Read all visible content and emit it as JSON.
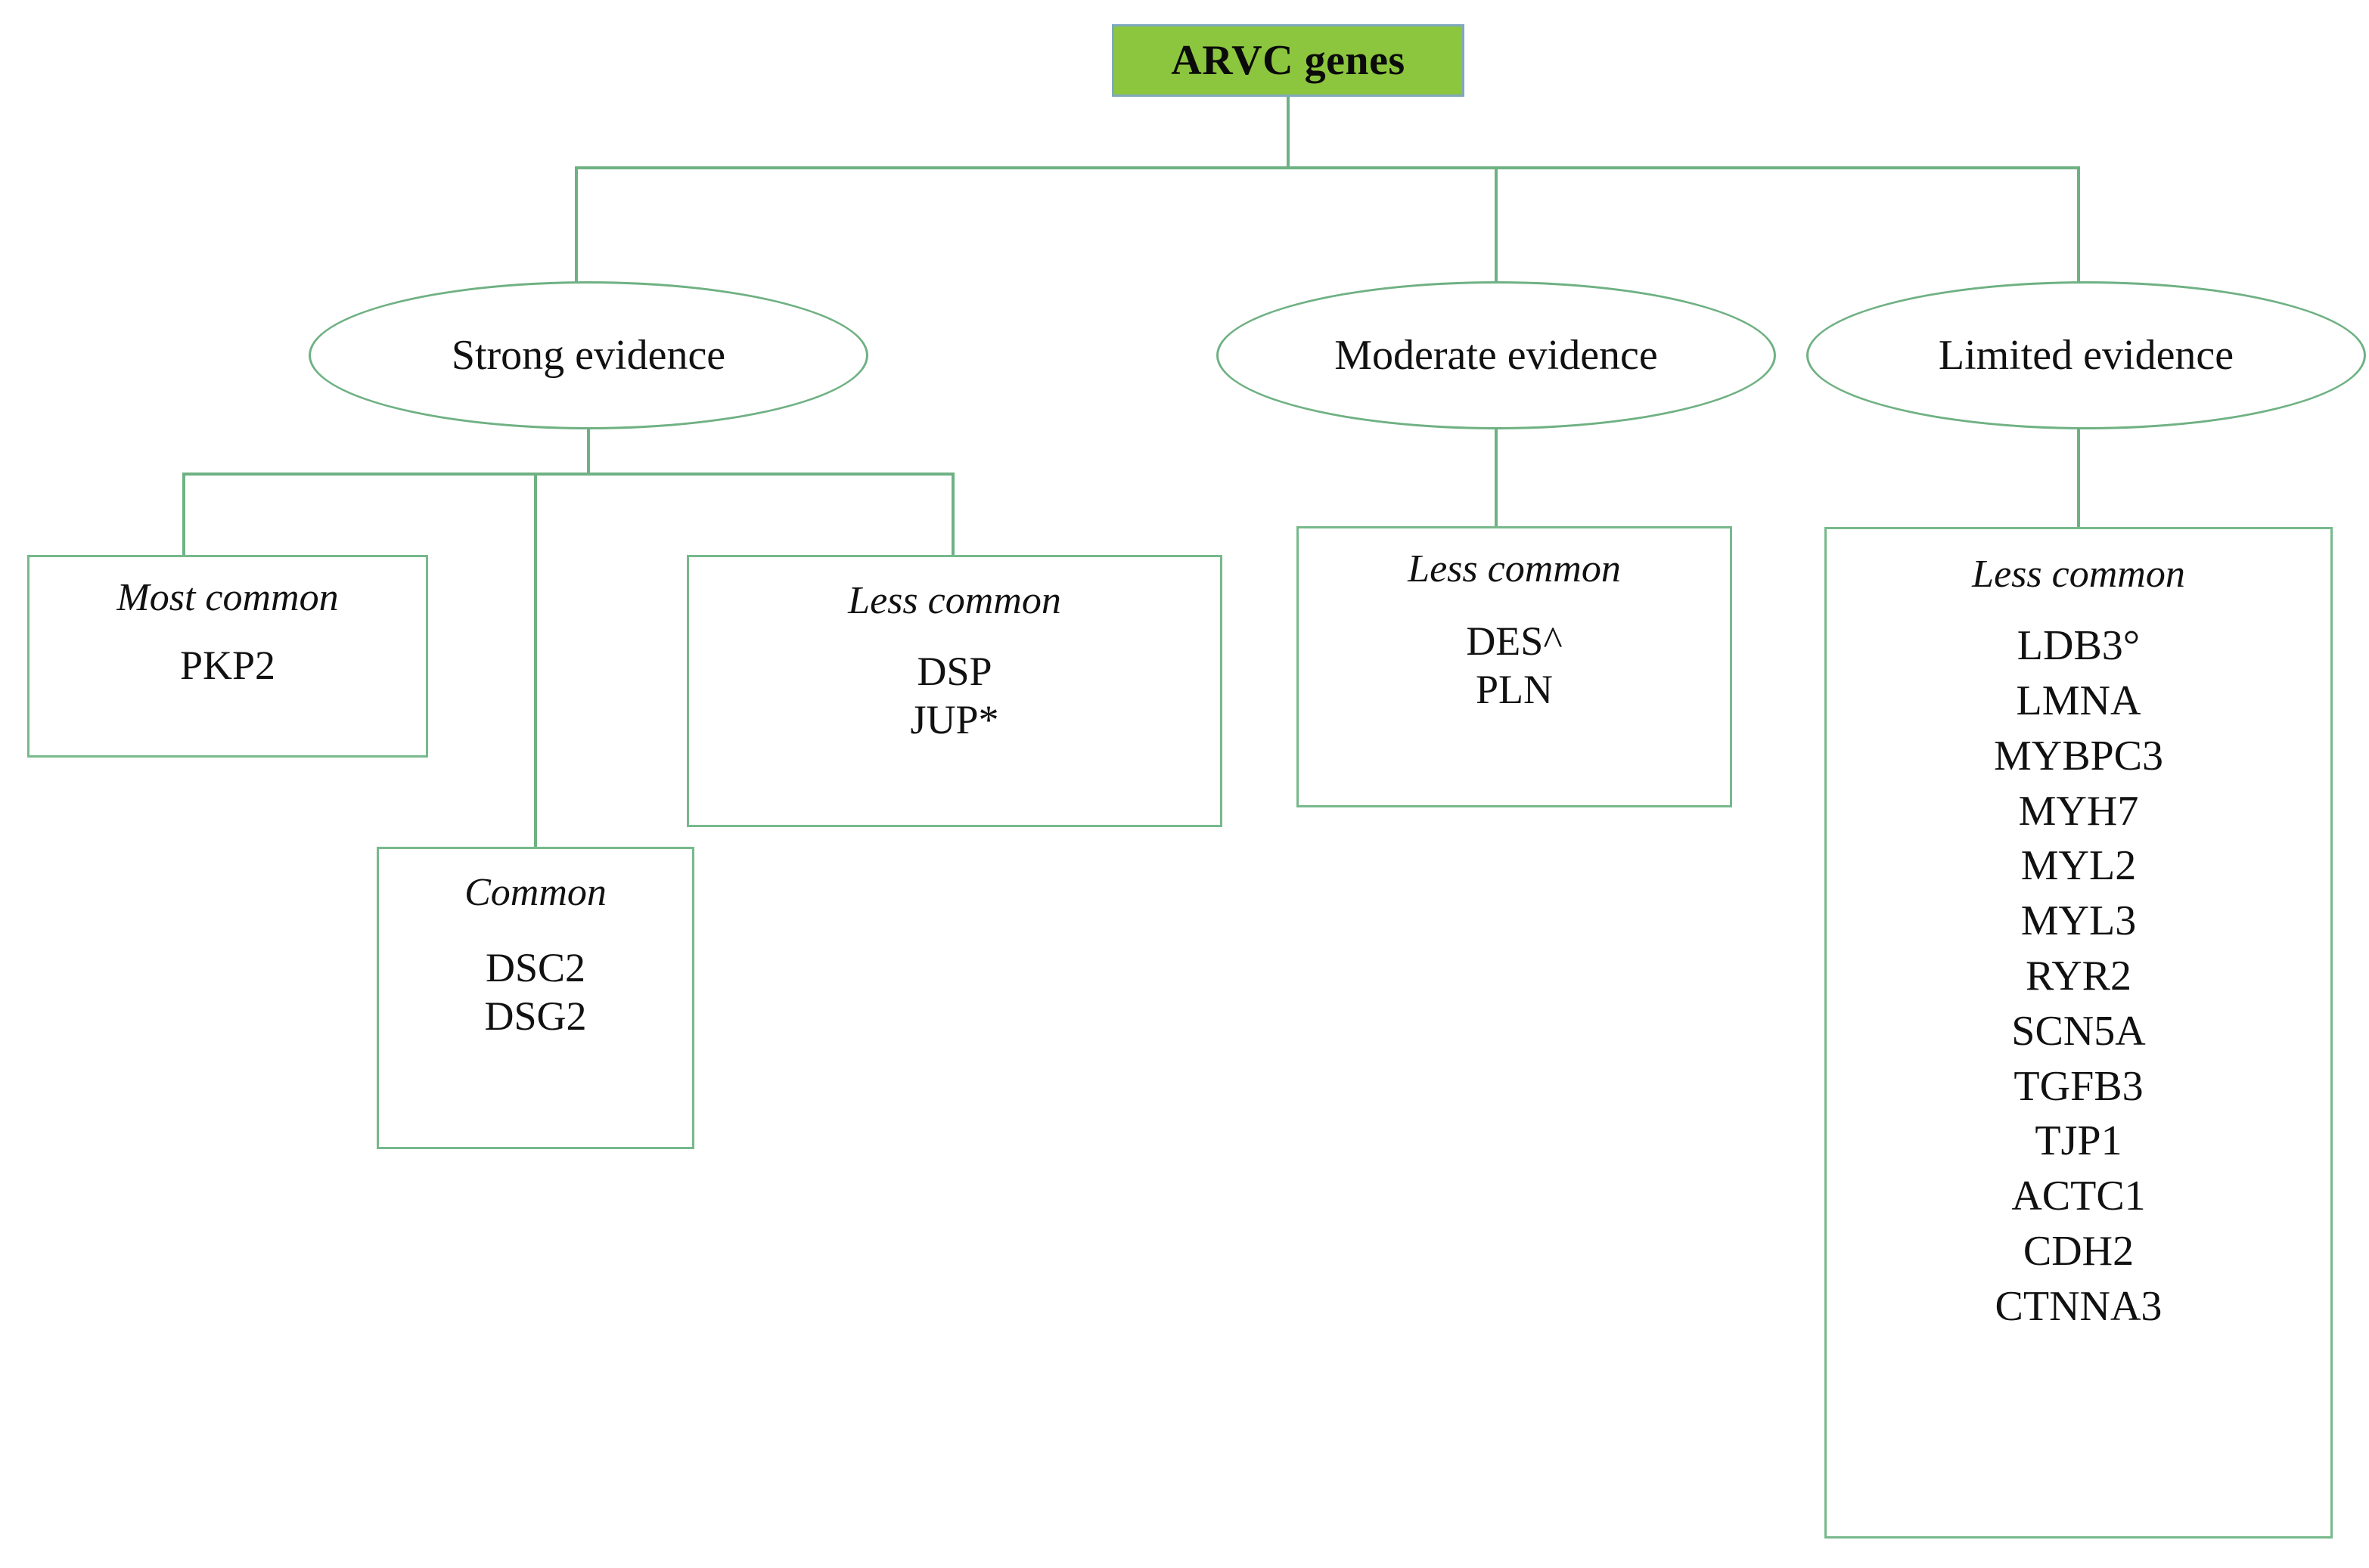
{
  "root": {
    "label": "ARVC genes",
    "fill_color": "#8CC63E",
    "border_color": "#7FA8BE"
  },
  "theme": {
    "line_color": "#6FB183",
    "box_border_color": "#77B98C",
    "background": "#ffffff",
    "text_color": "#111111"
  },
  "branches": [
    {
      "id": "strong",
      "label": "Strong evidence",
      "groups": [
        {
          "id": "most-common",
          "title": "Most common",
          "genes": [
            "PKP2"
          ]
        },
        {
          "id": "common",
          "title": "Common",
          "genes": [
            "DSC2",
            "DSG2"
          ]
        },
        {
          "id": "less-common-strong",
          "title": "Less common",
          "genes": [
            "DSP",
            "JUP*"
          ]
        }
      ]
    },
    {
      "id": "moderate",
      "label": "Moderate evidence",
      "groups": [
        {
          "id": "less-common-moderate",
          "title": "Less common",
          "genes": [
            "DES^",
            "PLN"
          ]
        }
      ]
    },
    {
      "id": "limited",
      "label": "Limited evidence",
      "groups": [
        {
          "id": "less-common-limited",
          "title": "Less common",
          "genes": [
            "LDB3°",
            "LMNA",
            "MYBPC3",
            "MYH7",
            "MYL2",
            "MYL3",
            "RYR2",
            "SCN5A",
            "TGFB3",
            "TJP1",
            "ACTC1",
            "CDH2",
            "CTNNA3"
          ]
        }
      ]
    }
  ]
}
